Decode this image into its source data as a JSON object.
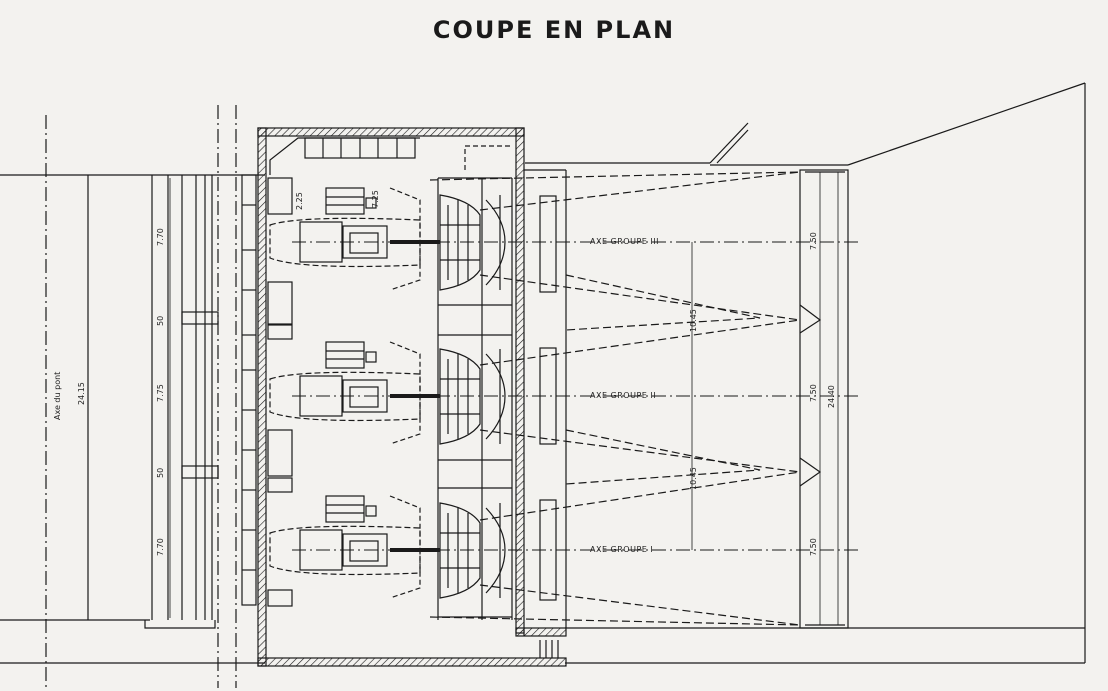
{
  "title": "COUPE EN PLAN",
  "axes": [
    "AXE GROUPE III",
    "AXE GROUPE II",
    "AXE GROUPE I"
  ],
  "axe_pont": "Axe du pont",
  "dims": {
    "left_770_top": "7.70",
    "left_50_top": "50",
    "left_775": "7.75",
    "left_50_bottom": "50",
    "left_770_bottom": "7.70",
    "total_left": "24.15",
    "inner_725": "7.25",
    "inner_225": "2.25",
    "mid_1045_top": "10.45",
    "mid_1045_bottom": "10.45",
    "right_750_top": "7.50",
    "right_750_mid": "7.50",
    "right_750_bottom": "7.50",
    "total_right": "24.40"
  },
  "colors": {
    "ink": "#1a1a1a",
    "paper": "#f3f2ef"
  }
}
